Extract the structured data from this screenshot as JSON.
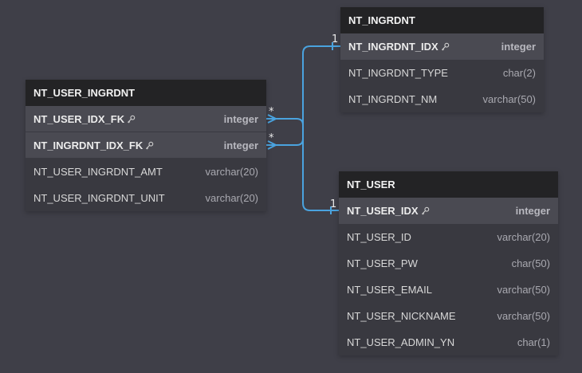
{
  "tables": {
    "user_ingrdnt": {
      "name": "NT_USER_INGRDNT",
      "columns": [
        {
          "name": "NT_USER_IDX_FK",
          "type": "integer",
          "key": true
        },
        {
          "name": "NT_INGRDNT_IDX_FK",
          "type": "integer",
          "key": true
        },
        {
          "name": "NT_USER_INGRDNT_AMT",
          "type": "varchar(20)",
          "key": false
        },
        {
          "name": "NT_USER_INGRDNT_UNIT",
          "type": "varchar(20)",
          "key": false
        }
      ]
    },
    "ingrdnt": {
      "name": "NT_INGRDNT",
      "columns": [
        {
          "name": "NT_INGRDNT_IDX",
          "type": "integer",
          "key": true
        },
        {
          "name": "NT_INGRDNT_TYPE",
          "type": "char(2)",
          "key": false
        },
        {
          "name": "NT_INGRDNT_NM",
          "type": "varchar(50)",
          "key": false
        }
      ]
    },
    "user": {
      "name": "NT_USER",
      "columns": [
        {
          "name": "NT_USER_IDX",
          "type": "integer",
          "key": true
        },
        {
          "name": "NT_USER_ID",
          "type": "varchar(20)",
          "key": false
        },
        {
          "name": "NT_USER_PW",
          "type": "char(50)",
          "key": false
        },
        {
          "name": "NT_USER_EMAIL",
          "type": "varchar(50)",
          "key": false
        },
        {
          "name": "NT_USER_NICKNAME",
          "type": "varchar(50)",
          "key": false
        },
        {
          "name": "NT_USER_ADMIN_YN",
          "type": "char(1)",
          "key": false
        }
      ]
    }
  },
  "relationships": [
    {
      "from_card": "*",
      "to_card": "1"
    },
    {
      "from_card": "*",
      "to_card": "1"
    }
  ],
  "colors": {
    "background": "#3f3f48",
    "header": "#232325",
    "key_row": "#4a4a52",
    "row": "#393940",
    "relation_line": "#4aa3df"
  },
  "icons": {
    "key": "key-icon"
  }
}
